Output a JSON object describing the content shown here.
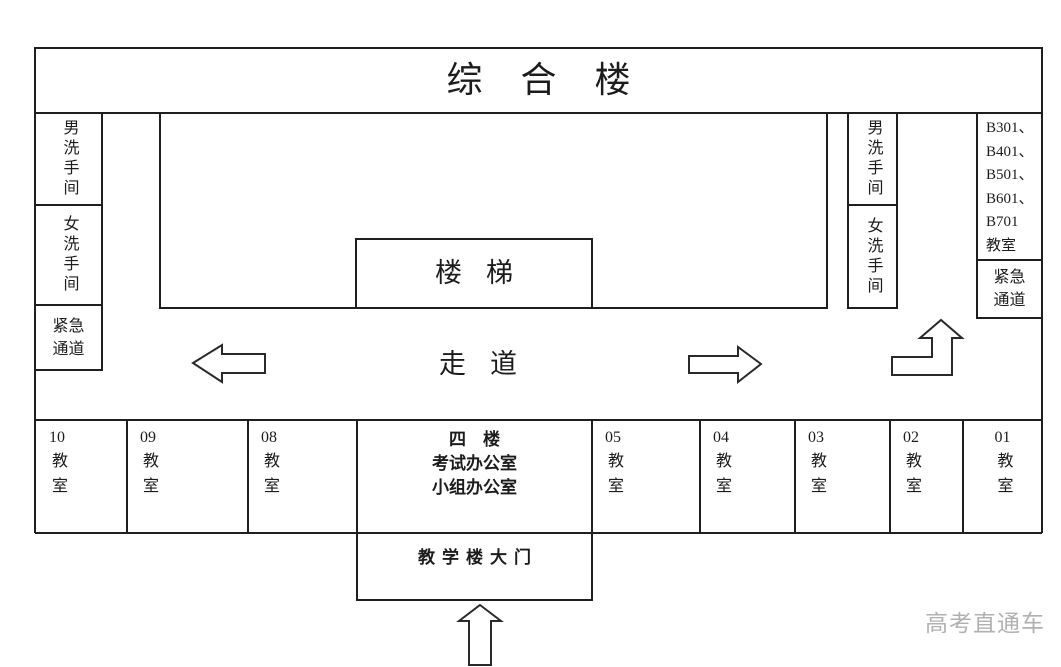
{
  "title": "综合楼",
  "labels": {
    "stairs": "楼梯",
    "corridor": "走道",
    "gate": "教学楼大门",
    "office_block": "四　楼\n考试办公室\n小组办公室",
    "watermark": "高考直通车"
  },
  "left_wing": {
    "men_washroom": "男洗手间",
    "women_washroom": "女洗手间",
    "emergency_exit": "紧急\n通道"
  },
  "right_wing": {
    "men_washroom": "男洗手间",
    "women_washroom": "女洗手间",
    "b_classrooms": "B301、\nB401、\nB501、\nB601、\nB701\n教室",
    "emergency_exit": "紧急\n通道"
  },
  "classrooms": [
    {
      "number": "10",
      "label": "教室"
    },
    {
      "number": "09",
      "label": "教室"
    },
    {
      "number": "08",
      "label": "教室"
    },
    {
      "number": "05",
      "label": "教室"
    },
    {
      "number": "04",
      "label": "教室"
    },
    {
      "number": "03",
      "label": "教室"
    },
    {
      "number": "02",
      "label": "教室"
    },
    {
      "number": "01",
      "label": "教室"
    }
  ]
}
